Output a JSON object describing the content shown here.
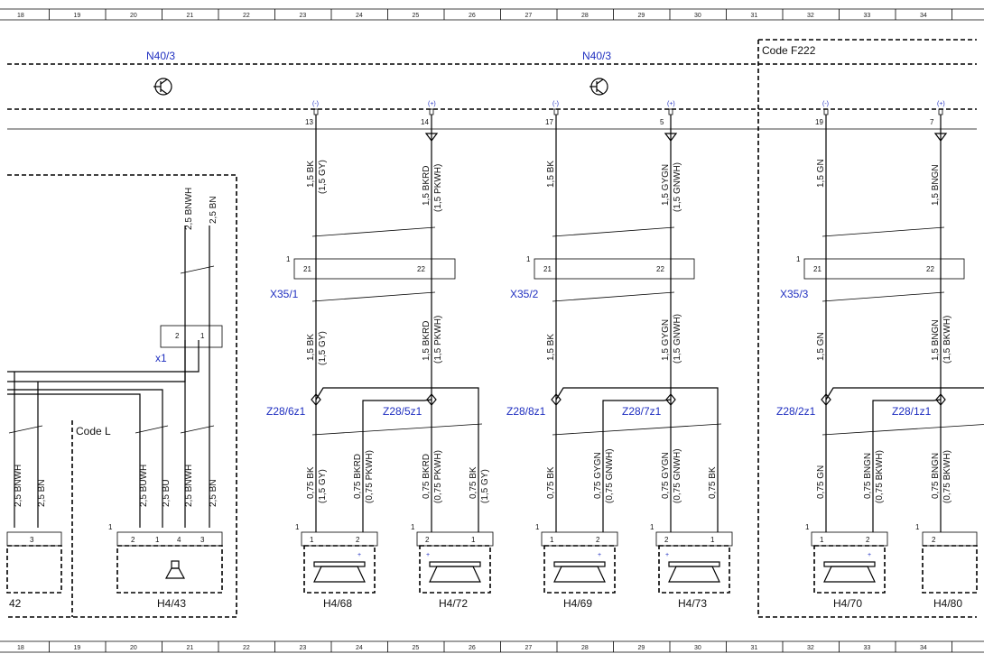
{
  "grid": {
    "numbers": [
      "18",
      "19",
      "20",
      "21",
      "22",
      "23",
      "24",
      "25",
      "26",
      "27",
      "28",
      "29",
      "30",
      "31",
      "32",
      "33",
      "34"
    ]
  },
  "labels": {
    "n40_left": "N40/3",
    "n40_right": "N40/3",
    "code_f222": "Code F222",
    "code_l": "Code L",
    "x1": "x1",
    "x35_1": "X35/1",
    "x35_2": "X35/2",
    "x35_3": "X35/3",
    "z28_6z1": "Z28/6z1",
    "z28_5z1": "Z28/5z1",
    "z28_8z1": "Z28/8z1",
    "z28_7z1": "Z28/7z1",
    "z28_2z1": "Z28/2z1",
    "z28_1z1": "Z28/1z1"
  },
  "components": {
    "h4_42": "42",
    "h4_43": "H4/43",
    "h4_68": "H4/68",
    "h4_72": "H4/72",
    "h4_69": "H4/69",
    "h4_73": "H4/73",
    "h4_70": "H4/70",
    "h4_80": "H4/80"
  },
  "pins": {
    "p13": "13",
    "p14": "14",
    "p17": "17",
    "p5": "5",
    "p19": "19",
    "p7": "7",
    "p21": "21",
    "p22": "22",
    "p1": "1",
    "p2": "2",
    "p3": "3",
    "p4": "4",
    "minus": "(-)",
    "plus": "(+)",
    "plus_sign": "+",
    "minus_sign": "-"
  },
  "wires": {
    "w1_top": "1,5 BK",
    "w1_top_alt": "(1,5 GY)",
    "w2_top": "1,5 BKRD",
    "w2_top_alt": "(1,5 PKWH)",
    "w3_top": "1,5 BK",
    "w4_top": "1,5 GYGN",
    "w4_top_alt": "(1,5 GNWH)",
    "w5_top": "1,5 GN",
    "w6_top": "1,5 BNGN",
    "w1_mid": "1,5 BK",
    "w1_mid_alt": "(1,5 GY)",
    "w2_mid": "1,5 BKRD",
    "w2_mid_alt": "(1,5 PKWH)",
    "w3_mid": "1,5 BK",
    "w4_mid": "1,5 GYGN",
    "w4_mid_alt": "(1,5 GNWH)",
    "w5_mid": "1,5 GN",
    "w6_mid": "1,5 BNGN",
    "w6_mid_alt": "(1,5 BKWH)",
    "x1_a": "2,5 BNWH",
    "x1_b": "2,5 BN",
    "l_bnwh": "2,5 BNWH",
    "l_bn": "2,5 BN",
    "h43_buwh": "2,5 BUWH",
    "h43_bu": "2,5 BU",
    "h43_bnwh": "2,5 BNWH",
    "h43_bn": "2,5 BN",
    "b1": "0,75 BK",
    "b1_alt": "(1,5 GY)",
    "b2": "0,75 BKRD",
    "b2_alt": "(0,75 PKWH)",
    "b3": "0,75 BKRD",
    "b3_alt": "(0,75 PKWH)",
    "b4": "0,75 BK",
    "b4_alt": "(1,5 GY)",
    "b5": "0,75 BK",
    "b6": "0,75 GYGN",
    "b6_alt": "(0,75 GNWH)",
    "b7": "0,75 GYGN",
    "b7_alt": "(0,75 GNWH)",
    "b8": "0,75 BK",
    "b9": "0,75 GN",
    "b10": "0,75 BNGN",
    "b10_alt": "(0,75 BKWH)",
    "b11": "0,75 BNGN",
    "b11_alt": "(0,75 BKWH)"
  }
}
